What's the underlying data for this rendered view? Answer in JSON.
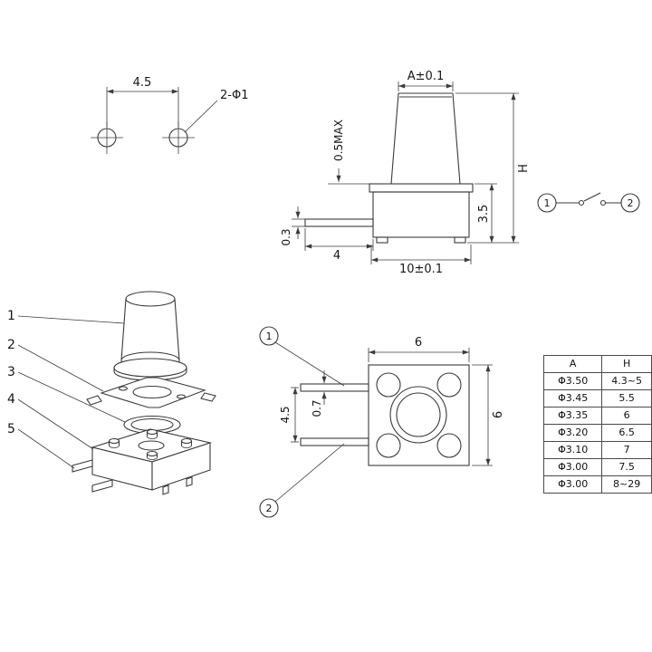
{
  "page": {
    "background": "#ffffff",
    "line_color": "#3b3b3b",
    "text_color": "#161616"
  },
  "footprint_view": {
    "pitch_dim": "4.5",
    "hole_callout": "2-Φ1"
  },
  "side_view": {
    "top_width_dim": "A±0.1",
    "travel_dim": "0.5MAX",
    "overall_height_dim": "H",
    "body_height_dim": "3.5",
    "lead_thickness_dim": "0.3",
    "lead_length_dim": "4",
    "body_width_dim": "10±0.1"
  },
  "schematic": {
    "terminal_1": "1",
    "terminal_2": "2"
  },
  "exploded_view": {
    "part_labels": [
      "1",
      "2",
      "3",
      "4",
      "5"
    ]
  },
  "top_view": {
    "width_dim": "6",
    "height_dim": "6",
    "pin_pitch_dim": "4.5",
    "pin_width_dim": "0.7",
    "terminal_1": "1",
    "terminal_2": "2"
  },
  "spec_table": {
    "headers": [
      "A",
      "H"
    ],
    "rows": [
      [
        "Φ3.50",
        "4.3~5"
      ],
      [
        "Φ3.45",
        "5.5"
      ],
      [
        "Φ3.35",
        "6"
      ],
      [
        "Φ3.20",
        "6.5"
      ],
      [
        "Φ3.10",
        "7"
      ],
      [
        "Φ3.00",
        "7.5"
      ],
      [
        "Φ3.00",
        "8~29"
      ]
    ]
  }
}
